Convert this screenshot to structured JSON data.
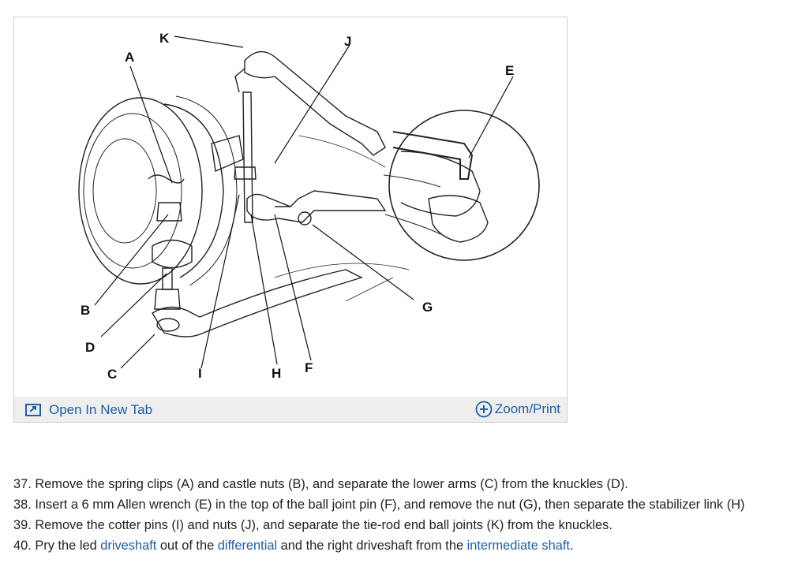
{
  "figure": {
    "callouts": [
      "A",
      "B",
      "C",
      "D",
      "E",
      "F",
      "G",
      "H",
      "I",
      "J",
      "K"
    ],
    "open_tab_label": "Open In New Tab",
    "zoom_label": "Zoom/Print",
    "icons": {
      "open_tab": "open-in-new-tab-icon",
      "zoom": "plus-circle-icon"
    }
  },
  "steps": [
    {
      "text": "37. Remove the spring clips (A) and castle nuts (B), and separate the lower arms (C) from the knuckles (D)."
    },
    {
      "text": "38. Insert a 6 mm Allen wrench (E) in the top of the ball joint pin (F), and remove the nut (G), then separate the stabilizer link (H)"
    },
    {
      "text": "39. Remove the cotter pins (I) and nuts (J), and separate the tie-rod end ball joints (K) from the knuckles."
    },
    {
      "pre": "40. Pry the led ",
      "link1": "driveshaft",
      "mid1": " out of the ",
      "link2": "differential",
      "mid2": " and the right driveshaft from the ",
      "link3": "intermediate shaft",
      "post": "."
    }
  ],
  "colors": {
    "link": "#1e5fa6",
    "bar": "#eeeeee",
    "border": "#cfcfcf"
  }
}
